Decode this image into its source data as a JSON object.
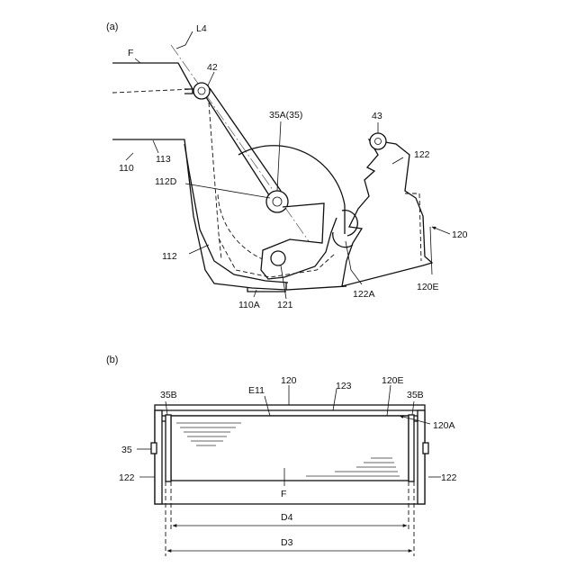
{
  "panel_a": {
    "caption": "(a)",
    "labels": {
      "F": "F",
      "L4": "L4",
      "p42": "42",
      "p35A": "35A(35)",
      "p43": "43",
      "p110": "110",
      "p113": "113",
      "p112D": "112D",
      "p122": "122",
      "p120": "120",
      "p112": "112",
      "p122A": "122A",
      "p120E": "120E",
      "p110A": "110A",
      "p121": "121"
    }
  },
  "panel_b": {
    "caption": "(b)",
    "labels": {
      "p120": "120",
      "p123": "123",
      "p120E": "120E",
      "E11": "E11",
      "p35B_left": "35B",
      "p35B_right": "35B",
      "p120A": "120A",
      "p35": "35",
      "p122_left": "122",
      "p122_right": "122",
      "F": "F",
      "D4": "D4",
      "D3": "D3"
    }
  }
}
